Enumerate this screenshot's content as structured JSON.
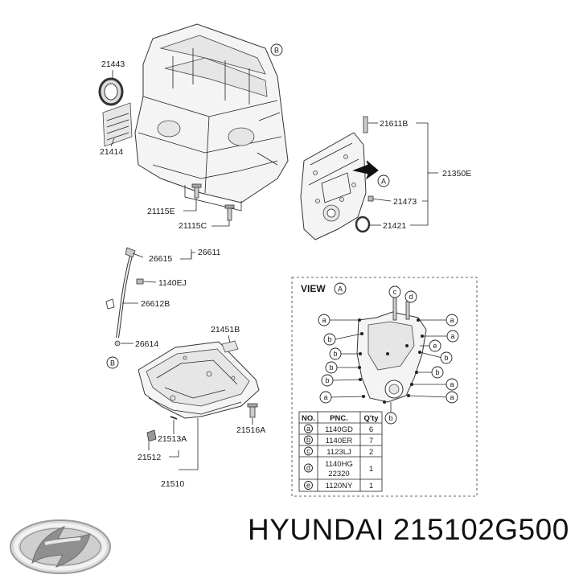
{
  "callouts": {
    "c21443": "21443",
    "c21414": "21414",
    "c21115E": "21115E",
    "c21115C": "21115C",
    "c21611B": "21611B",
    "c21350E": "21350E",
    "c21473": "21473",
    "c21421": "21421",
    "c26611": "26611",
    "c26615": "26615",
    "c1140EJ": "1140EJ",
    "c26612B": "26612B",
    "c26614": "26614",
    "c21451B": "21451B",
    "c21513A": "21513A",
    "c21512": "21512",
    "c21510": "21510",
    "c21516A": "21516A"
  },
  "markers": {
    "b": "B",
    "a": "A"
  },
  "view": {
    "title": "VIEW",
    "letter": "A",
    "letters": {
      "a": "a",
      "b": "b",
      "c": "c",
      "d": "d",
      "e": "e"
    }
  },
  "table": {
    "headers": [
      "NO.",
      "PNC.",
      "Q'ty"
    ],
    "rows": [
      {
        "no": "a",
        "pnc": "1140GD",
        "pnc2": "",
        "qty": "6"
      },
      {
        "no": "b",
        "pnc": "1140ER",
        "pnc2": "",
        "qty": "7"
      },
      {
        "no": "c",
        "pnc": "1123LJ",
        "pnc2": "",
        "qty": "2"
      },
      {
        "no": "d",
        "pnc": "1140HG",
        "pnc2": "22320",
        "qty": "1"
      },
      {
        "no": "e",
        "pnc": "1120NY",
        "pnc2": "",
        "qty": "1"
      }
    ]
  },
  "brand": {
    "name": "HYUNDAI",
    "part_number": "215102G500"
  }
}
